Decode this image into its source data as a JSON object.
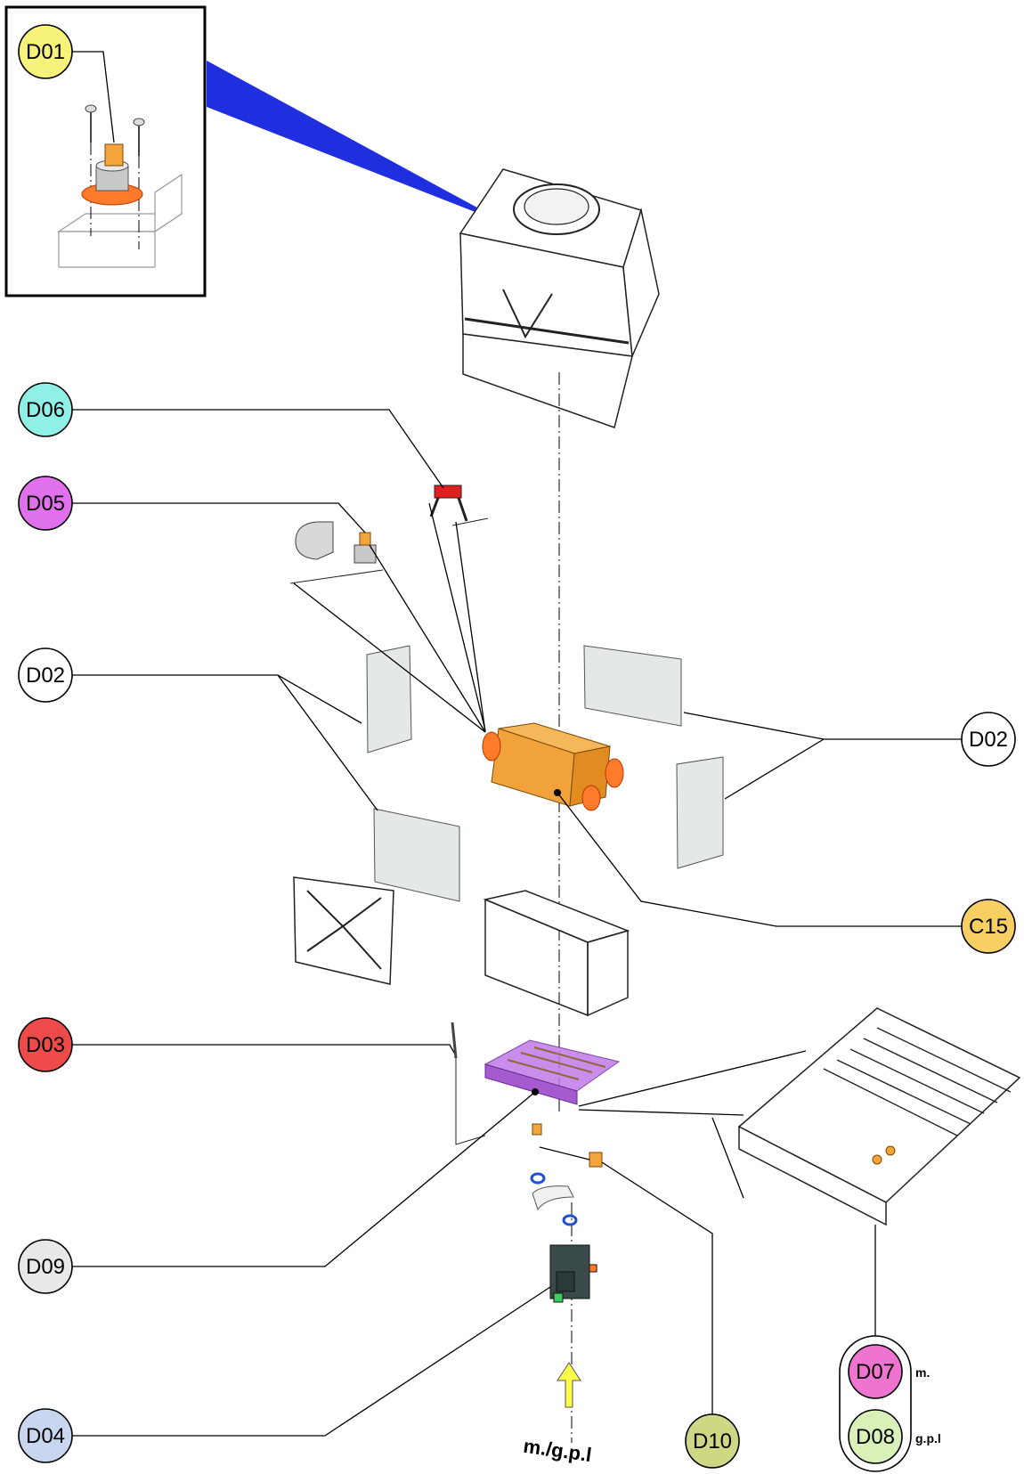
{
  "callouts": [
    {
      "id": "D01",
      "label": "D01",
      "color": "#f6f27a"
    },
    {
      "id": "D06",
      "label": "D06",
      "color": "#8ef0e6"
    },
    {
      "id": "D05",
      "label": "D05",
      "color": "#e070ec"
    },
    {
      "id": "D02-left",
      "label": "D02",
      "color": "#ffffff"
    },
    {
      "id": "D02-right",
      "label": "D02",
      "color": "#ffffff"
    },
    {
      "id": "C15",
      "label": "C15",
      "color": "#f8cf63"
    },
    {
      "id": "D03",
      "label": "D03",
      "color": "#ee4a4a"
    },
    {
      "id": "D09",
      "label": "D09",
      "color": "#e8e8e8"
    },
    {
      "id": "D04",
      "label": "D04",
      "color": "#c8d6f0"
    },
    {
      "id": "D10",
      "label": "D10",
      "color": "#cdd784"
    },
    {
      "id": "D07",
      "label": "D07",
      "color": "#ee74cf"
    },
    {
      "id": "D08",
      "label": "D08",
      "color": "#d9f0b8"
    }
  ],
  "notes": {
    "d07_suffix": "m.",
    "d08_suffix": "g.p.l"
  },
  "fuel_label": "m./g.p.l",
  "colors": {
    "heat_exchanger": "#f2a23a",
    "burner_highlight": "#c07ae8",
    "connector": "#ff7a2a",
    "inset_beam": "#1f2fe0",
    "insulation": "#e4e8e6",
    "gas_arrow": "#fbfb4a"
  },
  "icons": {
    "fuel_arrow": "arrow-up-icon"
  }
}
